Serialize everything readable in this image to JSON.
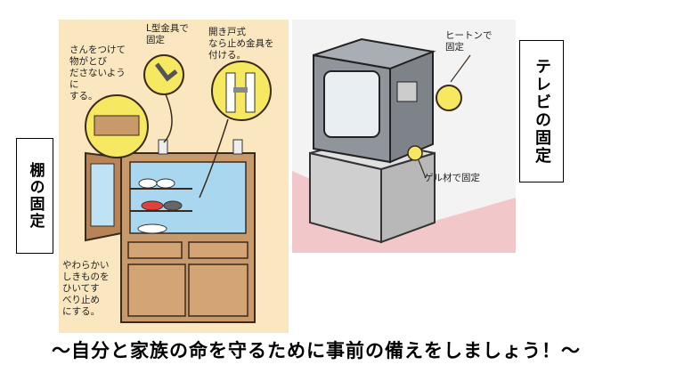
{
  "labels": {
    "shelf": "棚の固定",
    "tv": "テレビの固定"
  },
  "notes": {
    "slats": "さんをつけて\n物がとび\nださないよう\nに\nする。",
    "l_bracket": "L型金具で\n固定",
    "double_door": "開き戸式\nなら止め金具を\n付ける。",
    "non_slip": "やわらかい\nしきものを\nひいてす\nべり止め\nにする。",
    "hinge": "ヒートンで\n固定",
    "gel": "ゲル材で固定"
  },
  "slogan": "～自分と家族の命を守るために事前の備えをしましょう！～",
  "colors": {
    "left_bg": "#fbe7bf",
    "right_bg": "#f3f3f3",
    "floor": "#f2c7c9",
    "cabinet": "#c89a6b",
    "tv": "#9aa0a6",
    "stand": "#c9c9c9",
    "highlight": "#f6e860"
  }
}
